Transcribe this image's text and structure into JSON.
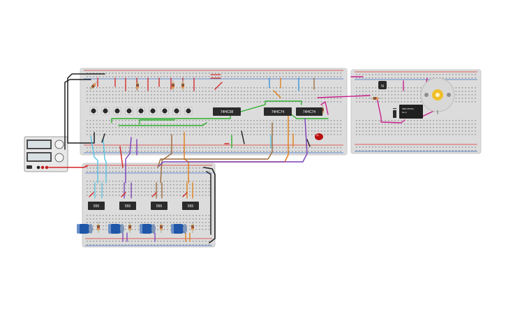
{
  "colors": {
    "board": "#dcdcdc",
    "hole": "#9a9a9a",
    "rail_red": "#d9342b",
    "rail_blue": "#3f71c9",
    "chip": "#2b2b2b",
    "wire_red": "#d52222",
    "wire_black": "#1e1e1e",
    "wire_green": "#2fae2f",
    "wire_orange": "#e07d12",
    "wire_purple": "#7a3db8",
    "wire_brown": "#9a6a3a",
    "wire_cyan": "#58c4e0",
    "wire_magenta": "#c81d8b",
    "wire_blue": "#2f8fd8",
    "led_red": "#b80f0f",
    "cap_blue": "#1f56a8",
    "motor_body": "#d8d8d8",
    "motor_shaft": "#f0c02a"
  },
  "chips": {
    "counter": "74HC08",
    "gate_a": "74HC74",
    "gate_b": "74HC74",
    "timer_1": "555",
    "timer_2": "555",
    "timer_3": "555",
    "timer_4": "555"
  },
  "relay": {
    "line1": "SRD-05VDC",
    "line2": "SL-C"
  },
  "transistor": {
    "label": "N"
  },
  "components": {
    "pushbutton_count": 9,
    "timer_count": 4,
    "capacitor_count": 4
  }
}
